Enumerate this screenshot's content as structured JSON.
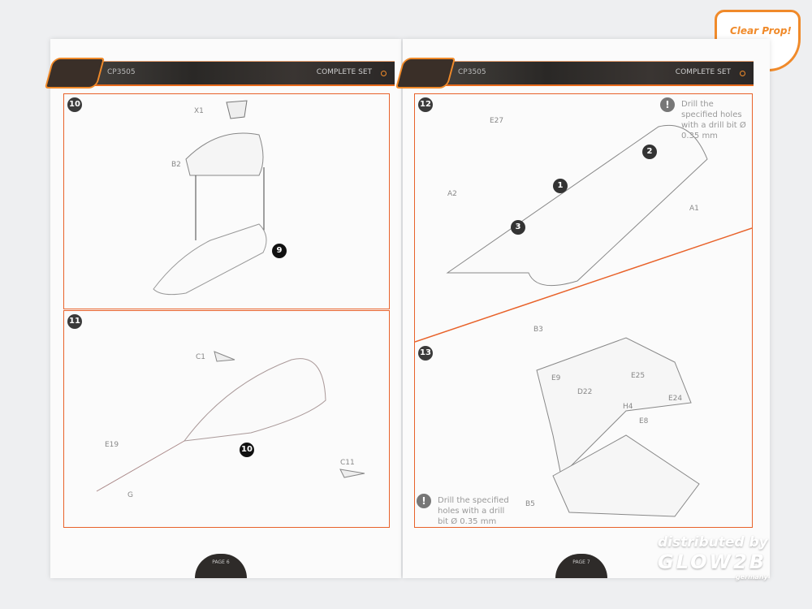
{
  "brand": {
    "logo_text": "Clear Prop!"
  },
  "left_page": {
    "code": "CP3505",
    "set": "COMPLETE SET",
    "page_label": "PAGE 6",
    "steps": [
      {
        "number": "10",
        "parts": [
          "X1",
          "B2"
        ],
        "ref": "9"
      },
      {
        "number": "11",
        "parts": [
          "C1",
          "C11",
          "E19",
          "G"
        ],
        "ref": "10"
      }
    ]
  },
  "right_page": {
    "code": "CP3505",
    "set": "COMPLETE SET",
    "page_label": "PAGE 7",
    "steps": [
      {
        "number": "12",
        "parts": [
          "E27",
          "A2",
          "A1"
        ],
        "callouts": [
          "1",
          "2",
          "3"
        ],
        "note": "Drill the specified holes with a drill bit Ø 0.35 mm"
      },
      {
        "number": "13",
        "parts": [
          "B3",
          "E9",
          "D22",
          "E25",
          "H4",
          "E24",
          "E8",
          "B5"
        ],
        "note": "Drill the specified holes with a drill bit Ø 0.35 mm"
      }
    ]
  },
  "watermark": {
    "line1": "distributed by",
    "line2": "GLOW2B",
    "line3": "germany"
  }
}
